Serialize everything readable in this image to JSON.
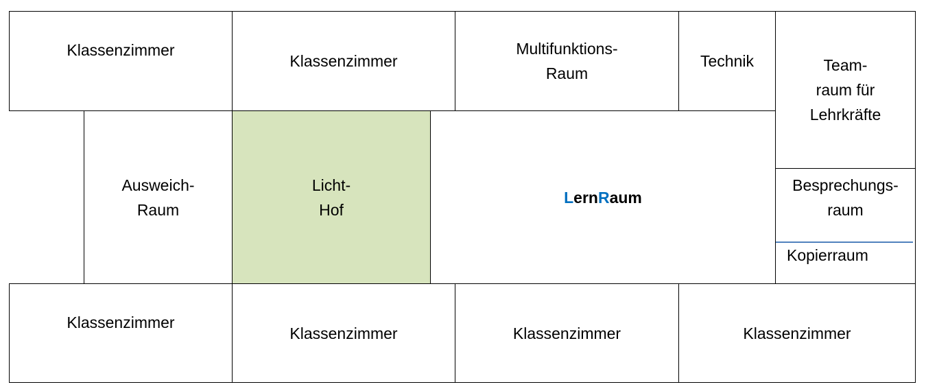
{
  "rooms": {
    "classroom_top_1": "Klassenzimmer",
    "classroom_top_2": "Klassenzimmer",
    "multipurpose_line1": "Multifunktions-",
    "multipurpose_line2": "Raum",
    "technik": "Technik",
    "teamroom_line1": "Team-",
    "teamroom_line2": "raum für",
    "teamroom_line3": "Lehrkräfte",
    "alternate_line1": "Ausweich-",
    "alternate_line2": "Raum",
    "courtyard_line1": "Licht-",
    "courtyard_line2": "Hof",
    "learning_space": {
      "L": "L",
      "ern": "ern",
      "R": "R",
      "aum": "aum"
    },
    "meeting_line1": "Besprechungs-",
    "meeting_line2": "raum",
    "copy_room": "Kopierraum",
    "classroom_bottom_1": "Klassenzimmer",
    "classroom_bottom_2": "Klassenzimmer",
    "classroom_bottom_3": "Klassenzimmer",
    "classroom_bottom_4": "Klassenzimmer"
  },
  "colors": {
    "courtyard": "#d7e4bd",
    "accent": "#0070c0"
  }
}
